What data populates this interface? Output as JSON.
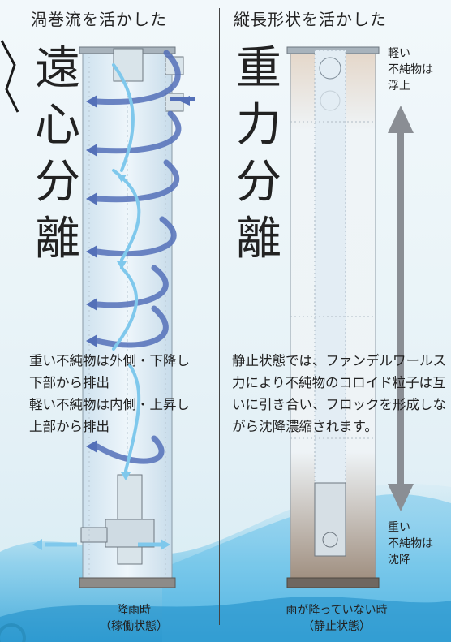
{
  "left": {
    "header": "渦巻流を活かした",
    "title_chars": [
      "遠",
      "心",
      "分",
      "離"
    ],
    "description_lines": [
      "重い不純物は外側・下降し",
      "下部から排出",
      "軽い不純物は内側・上昇し",
      "上部から排出"
    ],
    "caption_lines": [
      "降雨時",
      "（稼働状態）"
    ]
  },
  "right": {
    "header": "縦長形状を活かした",
    "title_chars": [
      "重",
      "力",
      "分",
      "離"
    ],
    "description_lines": [
      "静止状態では、ファンデルワールス",
      "力により不純物のコロイド粒子は互",
      "いに引き合い、フロックを形成しな",
      "がら沈降濃縮されます。"
    ],
    "caption_lines": [
      "雨が降っていない時",
      "（静止状態）"
    ],
    "arrow_top_label": [
      "軽い",
      "不純物は",
      "浮上"
    ],
    "arrow_bottom_label": [
      "重い",
      "不純物は",
      "沈降"
    ]
  },
  "colors": {
    "arrow_dark": "#5470b8",
    "arrow_light": "#7fc8ec",
    "gray_arrow": "#8a8e94",
    "pipe_glass": "#dfeef7",
    "water": "#4fb3e0"
  }
}
